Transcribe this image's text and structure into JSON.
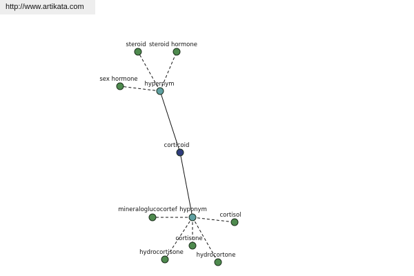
{
  "header": {
    "url": "http://www.artikata.com"
  },
  "colors": {
    "leaf": "#4e8a4e",
    "hub": "#5fa0a2",
    "center": "#2f3c7c"
  },
  "graph": {
    "center": {
      "label": "corticoid"
    },
    "hubs": {
      "hypernym": {
        "label": "hypernym"
      },
      "hyponym": {
        "label": "hyponym"
      }
    },
    "hypernyms": [
      {
        "label": "steroid"
      },
      {
        "label": "steroid hormone"
      },
      {
        "label": "sex hormone"
      }
    ],
    "hyponyms": [
      {
        "label": "mineraloglucocortef"
      },
      {
        "label": "cortisol"
      },
      {
        "label": "cortisone"
      },
      {
        "label": "hydrocortisone"
      },
      {
        "label": "hydrocortone"
      }
    ]
  }
}
